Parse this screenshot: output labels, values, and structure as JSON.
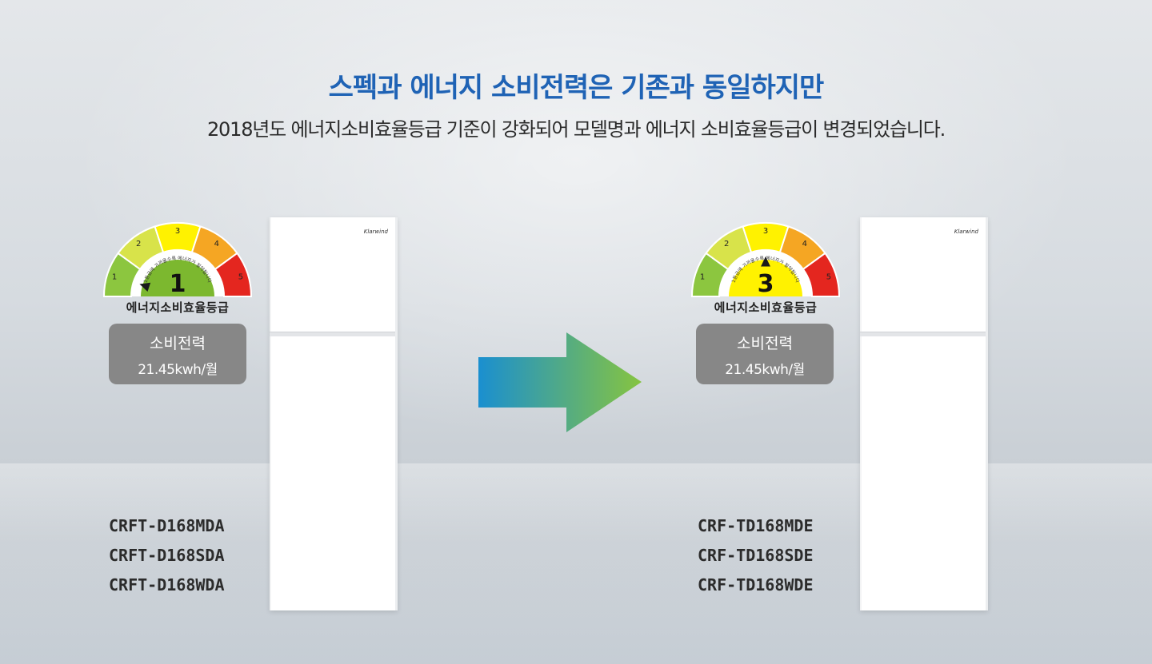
{
  "header": {
    "headline": "스펙과 에너지 소비전력은 기존과 동일하지만",
    "subline": "2018년도 에너지소비효율등급 기준이 강화되어 모델명과 에너지 소비효율등급이 변경되었습니다."
  },
  "before": {
    "grade": "1",
    "grade_label": "에너지소비효율등급",
    "gauge_arc_text": "1등급에 가까울수록 에너지가 절약됩니다",
    "segment_numbers": [
      "1",
      "2",
      "3",
      "4",
      "5"
    ],
    "power_title": "소비전력",
    "power_value": "21.45kwh/월",
    "fridge_brand": "Klarwind",
    "models": [
      "CRFT-D168MDA",
      "CRFT-D168SDA",
      "CRFT-D168WDA"
    ],
    "colors": {
      "center": "#7cb82f"
    }
  },
  "after": {
    "grade": "3",
    "grade_label": "에너지소비효율등급",
    "gauge_arc_text": "1등급에 가까울수록 에너지가 절약됩니다",
    "segment_numbers": [
      "1",
      "2",
      "3",
      "4",
      "5"
    ],
    "power_title": "소비전력",
    "power_value": "21.45kwh/월",
    "fridge_brand": "Klarwind",
    "models": [
      "CRF-TD168MDE",
      "CRF-TD168SDE",
      "CRF-TD168WDE"
    ],
    "colors": {
      "center": "#fff200"
    }
  },
  "arrow": {
    "icon": "right-arrow-icon",
    "colors": [
      "#1a8fd0",
      "#86c440"
    ]
  },
  "gauge_colors": [
    "#8cc63f",
    "#d8e34a",
    "#fff200",
    "#f5a623",
    "#e4261f"
  ]
}
